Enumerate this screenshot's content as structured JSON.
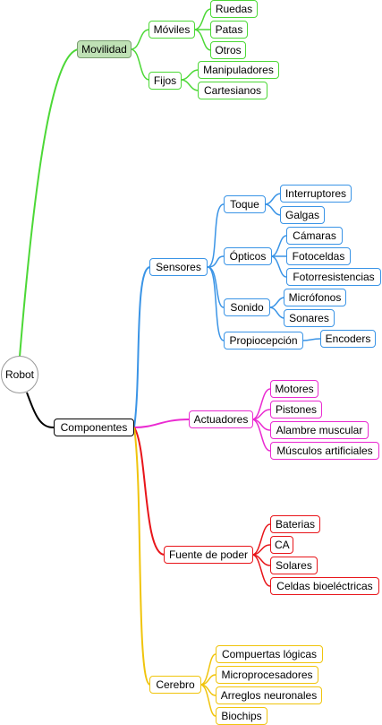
{
  "colors": {
    "movilidad": "#4cd836",
    "sensores": "#3a94e6",
    "actuadores": "#ea2ad1",
    "fuente": "#e8151a",
    "cerebro": "#f0c40c",
    "componentes": "#000000",
    "selected_bg": "#bfe1b5"
  },
  "mindmap": {
    "root": "Robot",
    "movilidad": {
      "label": "Movilidad",
      "moviles": {
        "label": "Móviles",
        "items": [
          "Ruedas",
          "Patas",
          "Otros"
        ]
      },
      "fijos": {
        "label": "Fijos",
        "items": [
          "Manipuladores",
          "Cartesianos"
        ]
      }
    },
    "componentes": {
      "label": "Componentes",
      "sensores": {
        "label": "Sensores",
        "toque": {
          "label": "Toque",
          "items": [
            "Interruptores",
            "Galgas"
          ]
        },
        "opticos": {
          "label": "Ópticos",
          "items": [
            "Cámaras",
            "Fotoceldas",
            "Fotorresistencias"
          ]
        },
        "sonido": {
          "label": "Sonido",
          "items": [
            "Micrófonos",
            "Sonares"
          ]
        },
        "propiocepcion": {
          "label": "Propiocepción",
          "items": [
            "Encoders"
          ]
        }
      },
      "actuadores": {
        "label": "Actuadores",
        "items": [
          "Motores",
          "Pistones",
          "Alambre muscular",
          "Músculos artificiales"
        ]
      },
      "fuente": {
        "label": "Fuente de poder",
        "items": [
          "Baterias",
          "CA",
          "Solares",
          "Celdas bioeléctricas"
        ]
      },
      "cerebro": {
        "label": "Cerebro",
        "items": [
          "Compuertas lógicas",
          "Microprocesadores",
          "Arreglos neuronales",
          "Biochips"
        ]
      }
    }
  }
}
